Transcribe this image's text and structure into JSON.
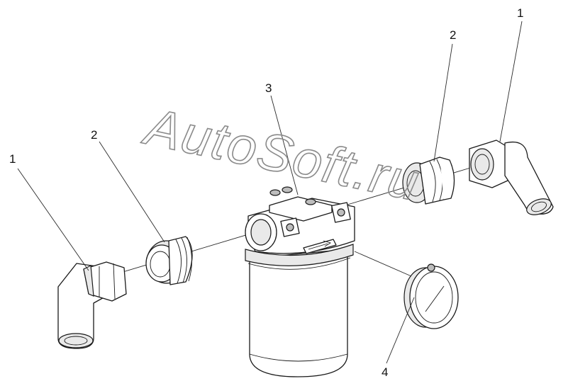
{
  "watermark": "AutoSoft.ru",
  "callouts": [
    {
      "id": "left-1",
      "label": "1"
    },
    {
      "id": "left-2",
      "label": "2"
    },
    {
      "id": "center-3",
      "label": "3"
    },
    {
      "id": "right-2",
      "label": "2"
    },
    {
      "id": "right-1",
      "label": "1"
    },
    {
      "id": "bottom-4",
      "label": "4"
    }
  ],
  "colors": {
    "line": "#1a1a1a",
    "background": "#ffffff",
    "watermark": "#8a8a8a"
  }
}
